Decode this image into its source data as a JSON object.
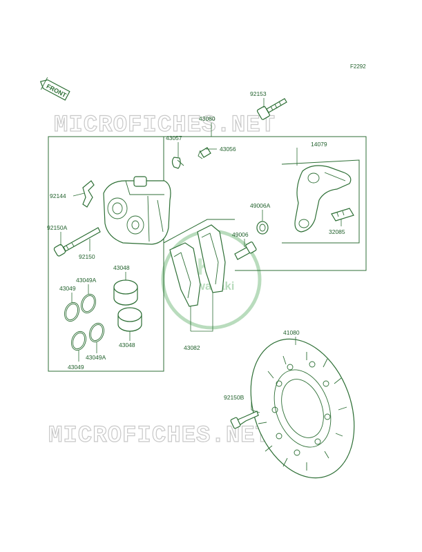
{
  "figure_code": "F2292",
  "front_badge": "FRONT",
  "watermarks": [
    "MICROFICHES.NET",
    "MICROFICHES.NET"
  ],
  "logo": {
    "brand": "Kawasaki"
  },
  "callouts": [
    {
      "id": "c92153",
      "text": "92153"
    },
    {
      "id": "c43080",
      "text": "43080"
    },
    {
      "id": "c43057",
      "text": "43057"
    },
    {
      "id": "c43056",
      "text": "43056"
    },
    {
      "id": "c14079",
      "text": "14079"
    },
    {
      "id": "c92144",
      "text": "92144"
    },
    {
      "id": "c49006a",
      "text": "49006A"
    },
    {
      "id": "c92150a",
      "text": "92150A"
    },
    {
      "id": "c49006",
      "text": "49006"
    },
    {
      "id": "c32085",
      "text": "32085"
    },
    {
      "id": "c92150",
      "text": "92150"
    },
    {
      "id": "c43048a",
      "text": "43048"
    },
    {
      "id": "c43049a1",
      "text": "43049A"
    },
    {
      "id": "c43049_1",
      "text": "43049"
    },
    {
      "id": "c43048b",
      "text": "43048"
    },
    {
      "id": "c43049a2",
      "text": "43049A"
    },
    {
      "id": "c43049_2",
      "text": "43049"
    },
    {
      "id": "c43082",
      "text": "43082"
    },
    {
      "id": "c41080",
      "text": "41080"
    },
    {
      "id": "c92150b",
      "text": "92150B"
    }
  ]
}
